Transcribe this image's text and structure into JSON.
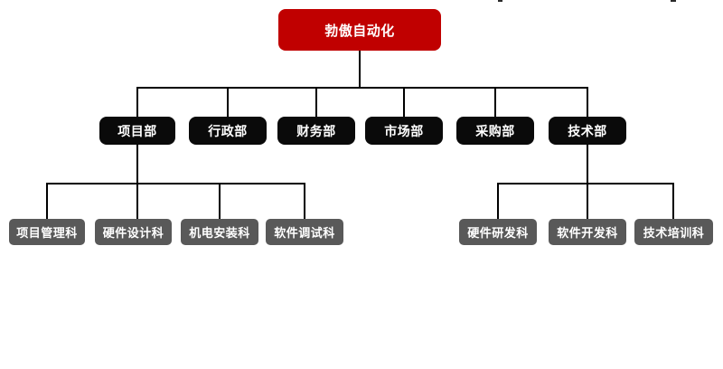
{
  "canvas": {
    "background": "#ffffff"
  },
  "org_chart": {
    "root": {
      "label": "勃傲自动化",
      "fill": "#c00000",
      "text_color": "#ffffff"
    },
    "departments": [
      {
        "label": "项目部"
      },
      {
        "label": "行政部"
      },
      {
        "label": "财务部"
      },
      {
        "label": "市场部"
      },
      {
        "label": "采购部"
      },
      {
        "label": "技术部"
      }
    ],
    "department_fill": "#0a0a0a",
    "project_sections": [
      {
        "label": "项目管理科"
      },
      {
        "label": "硬件设计科"
      },
      {
        "label": "机电安装科"
      },
      {
        "label": "软件调试科"
      }
    ],
    "tech_sections": [
      {
        "label": "硬件研发科"
      },
      {
        "label": "软件开发科"
      },
      {
        "label": "技术培训科"
      }
    ],
    "section_fill": "#595959",
    "connector_color": "#000000"
  }
}
